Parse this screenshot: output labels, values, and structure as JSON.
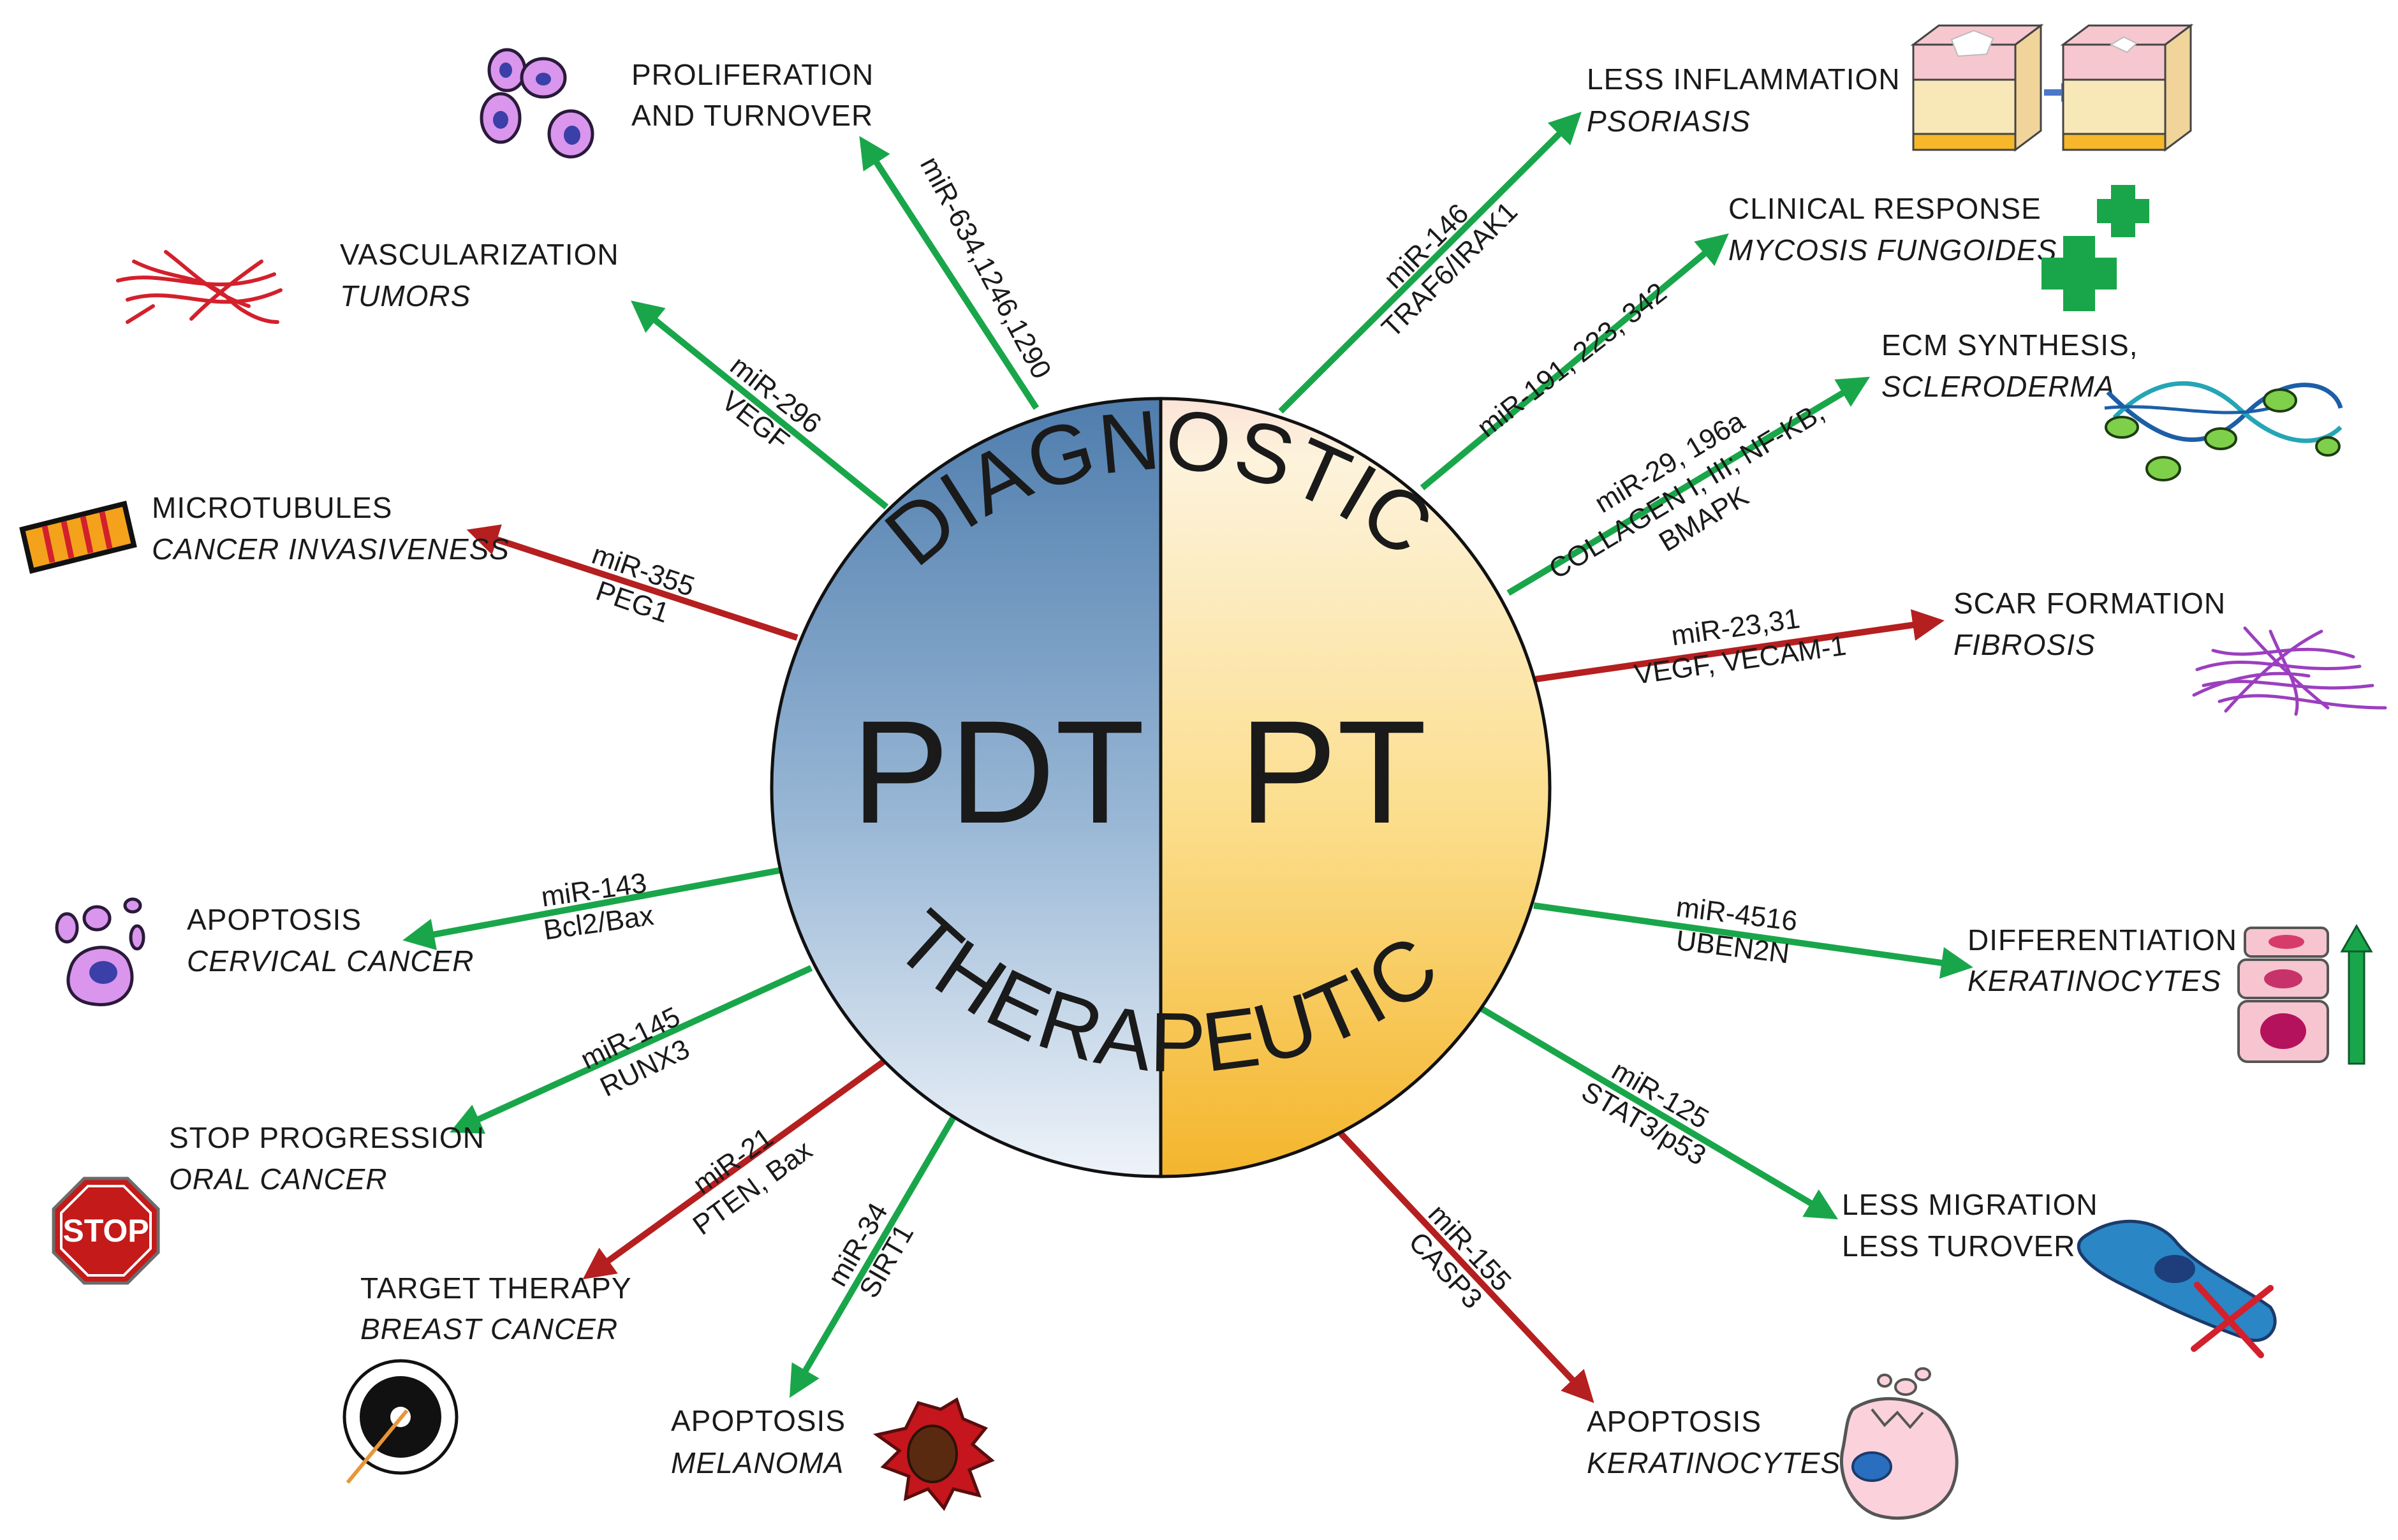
{
  "center": {
    "left_label": "PDT",
    "right_label": "PT",
    "top_arc": "DIAGNOSTIC",
    "bottom_arc": "THERAPEUTIC"
  },
  "colors": {
    "activation": "#19a64a",
    "inhibition": "#b51f1f",
    "left_half": "#5b86b4",
    "right_half": "#f6c342"
  },
  "branches": [
    {
      "id": "proliferation",
      "effect": "activation",
      "icon": "purple-cells-icon",
      "mir": [
        "miR-634,1246,1290"
      ],
      "outcome": [
        "PROLIFERATION",
        "AND TURNOVER"
      ]
    },
    {
      "id": "vascularization",
      "effect": "activation",
      "icon": "blood-vessels-icon",
      "mir": [
        "miR-296",
        "VEGF"
      ],
      "outcome": [
        "VASCULARIZATION",
        "TUMORS"
      ]
    },
    {
      "id": "microtubules",
      "effect": "inhibition",
      "icon": "microtubule-icon",
      "mir": [
        "miR-355",
        "PEG1"
      ],
      "outcome": [
        "MICROTUBULES",
        "CANCER INVASIVENESS"
      ]
    },
    {
      "id": "apoptosis-cervical",
      "effect": "activation",
      "icon": "apoptotic-cell-icon",
      "mir": [
        "miR-143",
        "Bcl2/Bax"
      ],
      "outcome": [
        "APOPTOSIS",
        "CERVICAL CANCER"
      ]
    },
    {
      "id": "stop-progression",
      "effect": "activation",
      "icon": "stop-sign-icon",
      "icon_text": "STOP",
      "mir": [
        "miR-145",
        "RUNX3"
      ],
      "outcome": [
        "STOP PROGRESSION",
        "ORAL CANCER"
      ]
    },
    {
      "id": "target-therapy",
      "effect": "inhibition",
      "icon": "target-icon",
      "mir": [
        "miR-21",
        "PTEN, Bax"
      ],
      "outcome": [
        "TARGET THERAPY",
        "BREAST CANCER"
      ]
    },
    {
      "id": "apoptosis-melanoma",
      "effect": "activation",
      "icon": "melanoma-cell-icon",
      "mir": [
        "miR-34",
        "SIRT1"
      ],
      "outcome": [
        "APOPTOSIS",
        "MELANOMA"
      ]
    },
    {
      "id": "psoriasis",
      "effect": "activation",
      "icon": "skin-layers-icon",
      "mir": [
        "miR-146",
        "TRAF6/IRAK1"
      ],
      "outcome": [
        "LESS INFLAMMATION",
        "PSORIASIS"
      ]
    },
    {
      "id": "mycosis",
      "effect": "activation",
      "icon": "green-cross-icon",
      "mir": [
        "miR-191, 223, 342"
      ],
      "outcome": [
        "CLINICAL RESPONSE",
        "MYCOSIS FUNGOIDES"
      ]
    },
    {
      "id": "ecm",
      "effect": "activation",
      "icon": "ecm-fibers-icon",
      "mir": [
        "miR-29, 196a",
        "COLLAGEN I, III; NF-KB,",
        "BMAPK"
      ],
      "outcome": [
        "ECM SYNTHESIS,",
        "SCLERODERMA"
      ]
    },
    {
      "id": "scar",
      "effect": "inhibition",
      "icon": "fibrosis-fibers-icon",
      "mir": [
        "miR-23,31",
        "VEGF, VECAM-1"
      ],
      "outcome": [
        "SCAR FORMATION",
        "FIBROSIS"
      ]
    },
    {
      "id": "differentiation",
      "effect": "activation",
      "icon": "keratinocyte-stack-icon",
      "mir": [
        "miR-4516",
        "UBEN2N"
      ],
      "outcome": [
        "DIFFERENTIATION",
        "KERATINOCYTES"
      ]
    },
    {
      "id": "migration",
      "effect": "activation",
      "icon": "migrating-cell-icon",
      "mir": [
        "miR-125",
        "STAT3/p53"
      ],
      "outcome": [
        "LESS MIGRATION",
        "LESS TUROVER"
      ]
    },
    {
      "id": "apoptosis-keratinocytes",
      "effect": "inhibition",
      "icon": "broken-cell-icon",
      "mir": [
        "miR-155",
        "CASP3"
      ],
      "outcome": [
        "APOPTOSIS",
        "KERATINOCYTES"
      ]
    }
  ]
}
